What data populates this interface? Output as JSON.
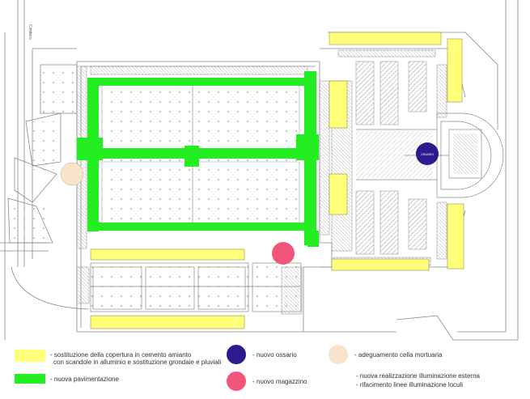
{
  "colors": {
    "yellow": "#ffff7a",
    "green": "#22ee22",
    "ossario": "#2c1a8e",
    "magazzino": "#f2557a",
    "mortuaria": "#f8e4cc",
    "line": "#8a8a8a",
    "hatch": "#b5b5b5"
  },
  "street_label": "Cimitero",
  "ossario_label": "OSSARIO",
  "legend": {
    "yellow_line1": "- sostituzione della copertura in cemento amianto",
    "yellow_line2": "con scandole in alluminio e sostituzione grondaie e pluviali",
    "green": "- nuova pavimentazione",
    "ossario": "- nuovo ossario",
    "magazzino": "- nuovo magazzino",
    "mortuaria": "- adeguamento cella mortuaria",
    "lighting_line1": "- nuova realizzazione illuminazione esterna",
    "lighting_line2": "- rifacimento linee illuminazione loculi"
  }
}
